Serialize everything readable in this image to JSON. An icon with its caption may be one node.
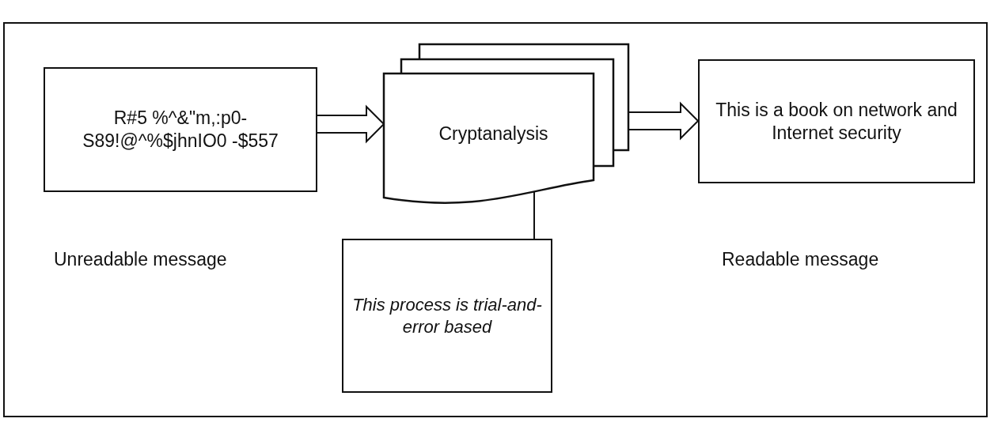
{
  "diagram": {
    "nodes": [
      {
        "text": [
          "R#5 %^&\"m,:p0- S89!@^%$jhnIO0 -$557"
        ],
        "beside": [
          "Unreadable message"
        ]
      },
      {
        "text": [
          "Cryptanalysis"
        ]
      },
      {
        "text": [
          "This is a book on network and Internet security"
        ],
        "beside": [
          "Readable message"
        ]
      },
      {
        "text": [
          "This process is trial-and-error based"
        ]
      }
    ],
    "edges": [
      {
        "from": 0,
        "to": 1,
        "arrow": "to",
        "style": "thick"
      },
      {
        "from": 1,
        "to": 2,
        "arrow": "to",
        "style": "thick"
      },
      {
        "from": 3,
        "to": 1,
        "arrow": "none"
      }
    ]
  }
}
